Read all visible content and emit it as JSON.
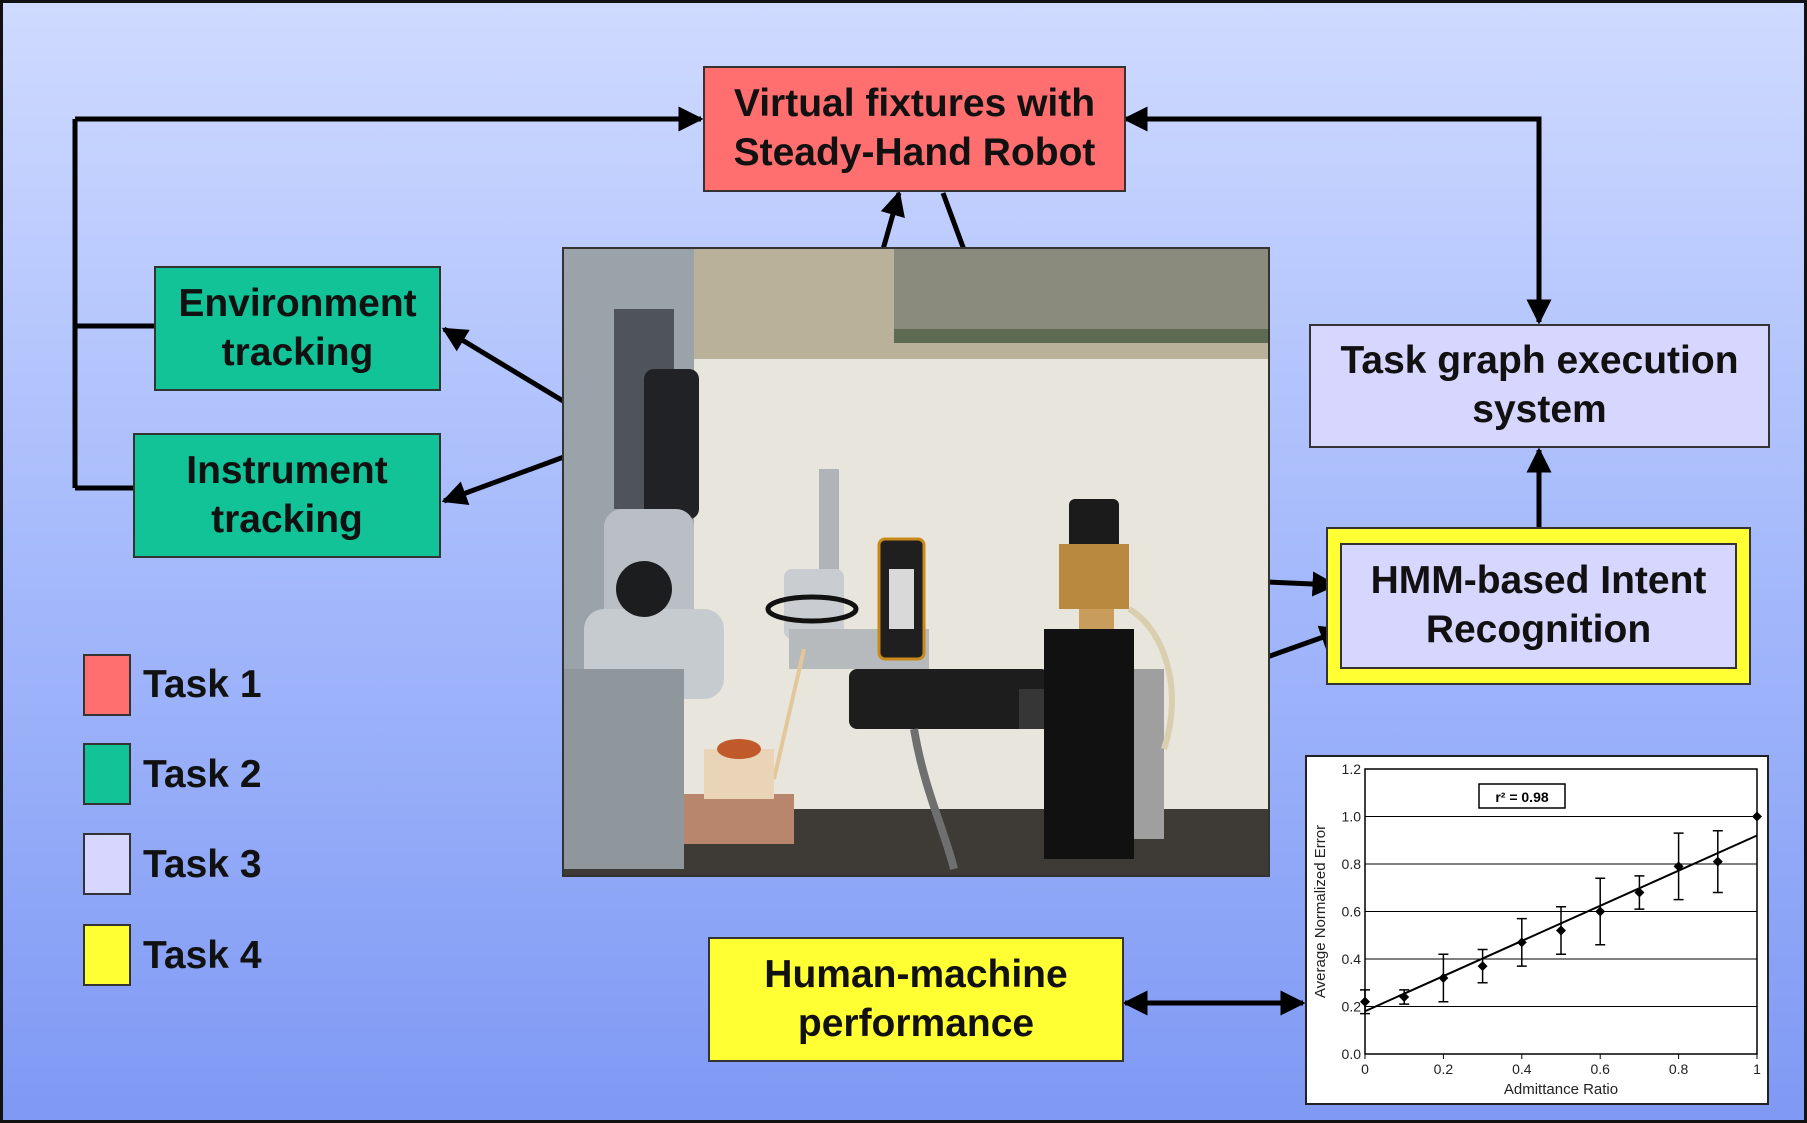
{
  "boxes": {
    "virtual_fixtures": "Virtual fixtures with\nSteady-Hand Robot",
    "environment_tracking": "Environment\ntracking",
    "instrument_tracking": "Instrument\ntracking",
    "task_graph": "Task graph execution\nsystem",
    "hmm_intent": "HMM-based Intent\nRecognition",
    "human_machine": "Human-machine\nperformance"
  },
  "legend": [
    {
      "label": "Task 1",
      "color": "#ff6f6f"
    },
    {
      "label": "Task 2",
      "color": "#12c398"
    },
    {
      "label": "Task 3",
      "color": "#d6d6ff"
    },
    {
      "label": "Task 4",
      "color": "#ffff33"
    }
  ],
  "chart_data": {
    "type": "scatter",
    "xlabel": "Admittance Ratio",
    "ylabel": "Average Normalized Error",
    "annotation": "r² = 0.98",
    "xlim": [
      0,
      1
    ],
    "ylim": [
      0,
      1.2
    ],
    "xticks": [
      "0",
      "0.2",
      "0.4",
      "0.6",
      "0.8",
      "1"
    ],
    "yticks": [
      "0.0",
      "0.2",
      "0.4",
      "0.6",
      "0.8",
      "1.0",
      "1.2"
    ],
    "grid": "horizontal",
    "points": [
      {
        "x": 0.0,
        "y": 0.22,
        "err": 0.05
      },
      {
        "x": 0.1,
        "y": 0.24,
        "err": 0.03
      },
      {
        "x": 0.2,
        "y": 0.32,
        "err": 0.1
      },
      {
        "x": 0.3,
        "y": 0.37,
        "err": 0.07
      },
      {
        "x": 0.4,
        "y": 0.47,
        "err": 0.1
      },
      {
        "x": 0.5,
        "y": 0.52,
        "err": 0.1
      },
      {
        "x": 0.6,
        "y": 0.6,
        "err": 0.14
      },
      {
        "x": 0.7,
        "y": 0.68,
        "err": 0.07
      },
      {
        "x": 0.8,
        "y": 0.79,
        "err": 0.14
      },
      {
        "x": 0.9,
        "y": 0.81,
        "err": 0.13
      },
      {
        "x": 1.0,
        "y": 1.0,
        "err": 0.0
      }
    ],
    "fit_line": {
      "x": [
        0,
        1
      ],
      "y": [
        0.18,
        0.92
      ]
    }
  }
}
